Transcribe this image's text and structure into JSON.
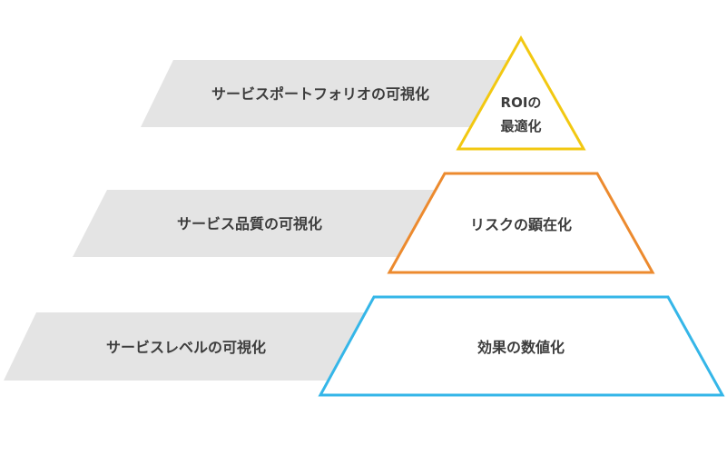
{
  "colors": {
    "banner_fill": "#e4e4e4",
    "text": "#3c3c3c",
    "tier_top": "#f2c811",
    "tier_middle": "#ec8a2e",
    "tier_bottom": "#35b6e8"
  },
  "tiers": [
    {
      "banner_label": "サービスポートフォリオの可視化",
      "pyramid_line1": "ROIの",
      "pyramid_line2": "最適化",
      "color_key": "tier_top"
    },
    {
      "banner_label": "サービス品質の可視化",
      "pyramid_line1": "リスクの顕在化",
      "color_key": "tier_middle"
    },
    {
      "banner_label": "サービスレベルの可視化",
      "pyramid_line1": "効果の数値化",
      "color_key": "tier_bottom"
    }
  ]
}
